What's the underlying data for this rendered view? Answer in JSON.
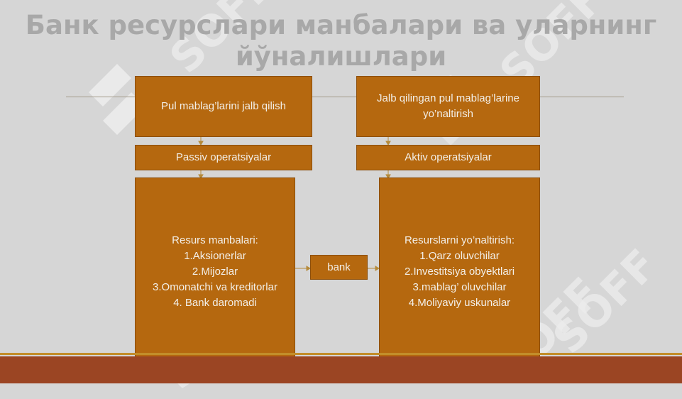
{
  "title": "Банк ресурслари манбалари ва уларнинг йўналишлари",
  "watermark": "SOFF",
  "diagram": {
    "left_top": "Pul mablag’larini jalb qilish",
    "right_top": "Jalb qilingan pul mablag’larine yo’naltirish",
    "left_mid": "Passiv operatsiyalar",
    "right_mid": "Aktiv operatsiyalar",
    "left_bottom": "Resurs manbalari:\n1.Aksionerlar\n2.Mijozlar\n3.Omonatchi va kreditorlar\n4. Bank daromadi",
    "right_bottom": "Resurslarni yo’naltirish:\n1.Qarz oluvchilar\n2.Investitsiya obyektlari\n3.mablag’ oluvchilar\n4.Moliyaviy uskunalar",
    "center": "bank"
  },
  "colors": {
    "box": "#b5680f",
    "background": "#d6d6d6",
    "footer": "#9b4523"
  }
}
